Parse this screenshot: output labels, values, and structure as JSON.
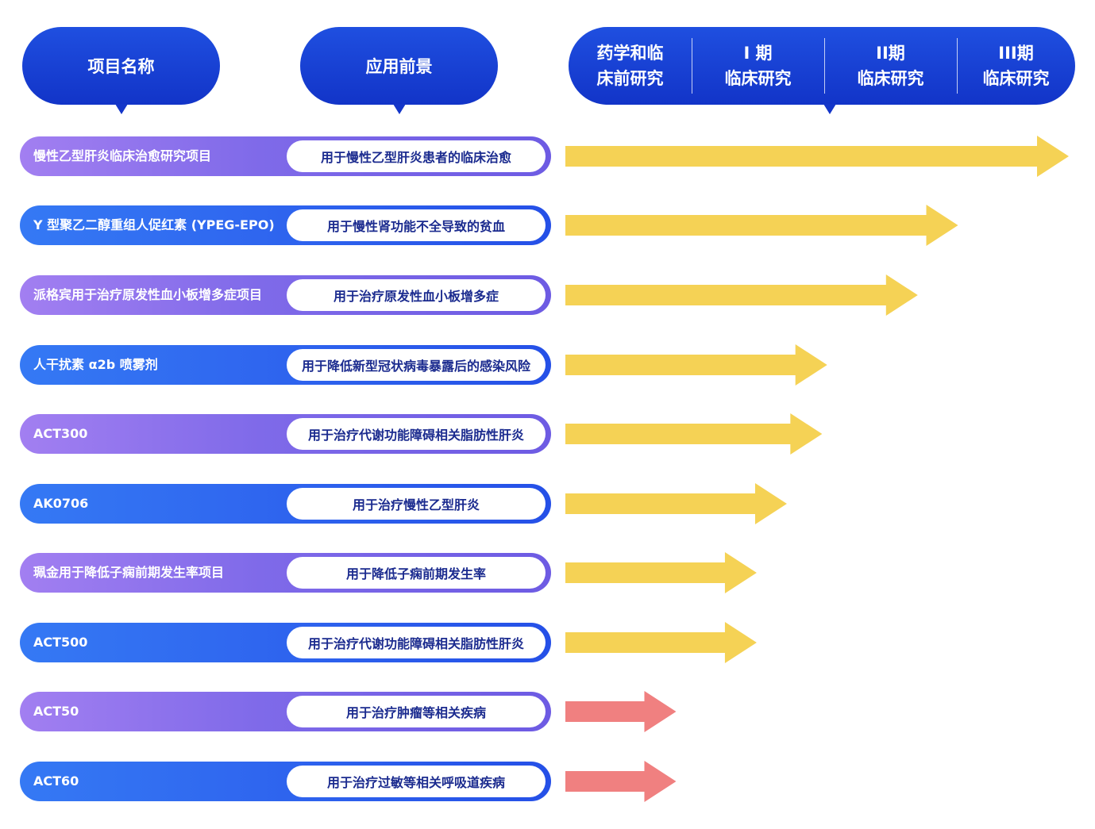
{
  "header": {
    "name_label": "项目名称",
    "application_label": "应用前景",
    "phases": [
      {
        "line1": "药学和临",
        "line2": "床前研究"
      },
      {
        "line1": "I 期",
        "line2": "临床研究"
      },
      {
        "line1": "II期",
        "line2": "临床研究"
      },
      {
        "line1": "III期",
        "line2": "临床研究"
      }
    ]
  },
  "colors": {
    "header_blue": "#1436c9",
    "row_purple": "#7f6ae9",
    "row_blue": "#2f66ef",
    "arrow_yellow": "#f5d255",
    "arrow_red": "#f08080",
    "application_text": "#1b2b8f"
  },
  "projects": [
    {
      "name": "慢性乙型肝炎临床治愈研究项目",
      "application": "用于慢性乙型肝炎患者的临床治愈",
      "progress": 1.0,
      "color": "yellow"
    },
    {
      "name": "Y 型聚乙二醇重组人促红素 (YPEG-EPO)",
      "application": "用于慢性肾功能不全导致的贫血",
      "progress": 0.78,
      "color": "yellow"
    },
    {
      "name": "派格宾用于治疗原发性血小板增多症项目",
      "application": "用于治疗原发性血小板增多症",
      "progress": 0.7,
      "color": "yellow"
    },
    {
      "name": "人干扰素 α2b 喷雾剂",
      "application": "用于降低新型冠状病毒暴露后的感染风险",
      "progress": 0.52,
      "color": "yellow"
    },
    {
      "name": "ACT300",
      "application": "用于治疗代谢功能障碍相关脂肪性肝炎",
      "progress": 0.51,
      "color": "yellow"
    },
    {
      "name": "AK0706",
      "application": "用于治疗慢性乙型肝炎",
      "progress": 0.44,
      "color": "yellow"
    },
    {
      "name": "珮金用于降低子痫前期发生率项目",
      "application": "用于降低子痫前期发生率",
      "progress": 0.38,
      "color": "yellow"
    },
    {
      "name": "ACT500",
      "application": "用于治疗代谢功能障碍相关脂肪性肝炎",
      "progress": 0.38,
      "color": "yellow"
    },
    {
      "name": "ACT50",
      "application": "用于治疗肿瘤等相关疾病",
      "progress": 0.22,
      "color": "red"
    },
    {
      "name": "ACT60",
      "application": "用于治疗过敏等相关呼吸道疾病",
      "progress": 0.22,
      "color": "red"
    }
  ]
}
